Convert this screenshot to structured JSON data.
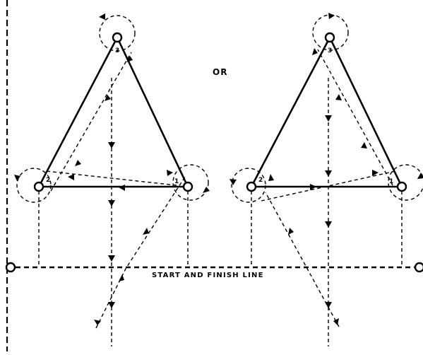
{
  "or_label": "OR",
  "start_finish_label": "START AND FINISH LINE",
  "markers": [
    "1",
    "2",
    "3"
  ]
}
